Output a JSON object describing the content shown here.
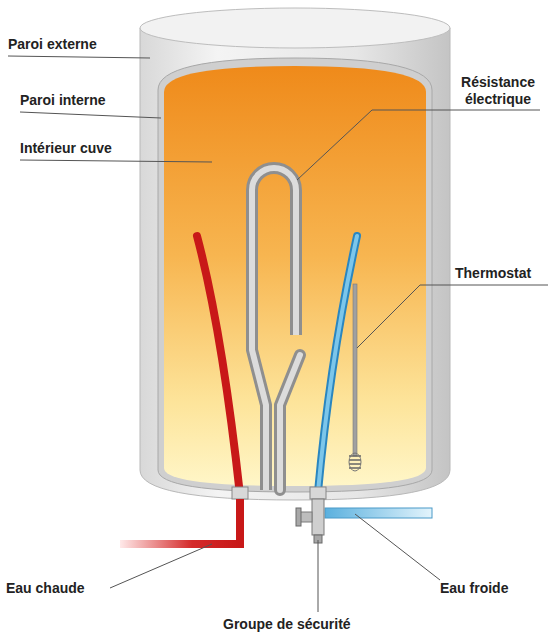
{
  "diagram": {
    "labels": [
      "Paroi externe",
      "Paroi interne",
      "Intérieur cuve",
      "Résistance électrique",
      "Thermostat",
      "Eau chaude",
      "Eau froide",
      "Groupe de sécurité"
    ]
  }
}
